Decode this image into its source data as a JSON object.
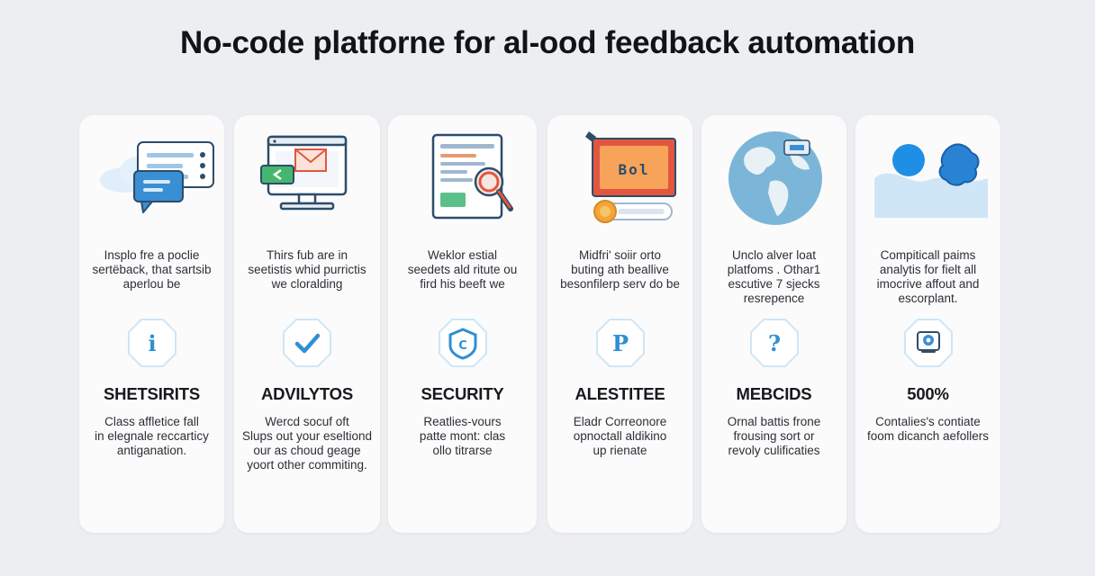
{
  "title": "No-code platforne for al-ood feedback automation",
  "colors": {
    "accent": "#3a9ad9",
    "badge_border": "#cfe6f5",
    "background": "#eceef1"
  },
  "cards": [
    {
      "illustration": "chat-bubbles-icon",
      "desc": "Insplo fre a poclie\nsertëback, that sartsib\naperlou be",
      "badge_icon": "info-icon",
      "badge_glyph": "i",
      "heading": "SHETSIRITS",
      "sub": "Class affletice fall\nin elegnale reccarticy\nantiganation."
    },
    {
      "illustration": "monitor-email-icon",
      "desc": "Thirs fub are in\nseetistis whid purrictis\nwe cloralding",
      "badge_icon": "checkmark-icon",
      "badge_glyph": "✓",
      "heading": "ADVILYTOS",
      "sub": "Wercd socuf oft\nSlups out your eseltiond\nour as choud geage\nyoort other commiting."
    },
    {
      "illustration": "document-magnifier-icon",
      "desc": "Weklor estial\nseedets ald ritute ou\nfird his beeft we",
      "badge_icon": "shield-icon",
      "badge_glyph": "C",
      "heading": "SECURITY",
      "sub": "Reatlies-vours\npatte mont: clas\nollo titrarse"
    },
    {
      "illustration": "display-toggle-icon",
      "display_text": "Bol",
      "desc": "Midfri' soiir orto\nbuting ath beallive\nbesonfilerp serv do be",
      "badge_icon": "p-letter-icon",
      "badge_glyph": "P",
      "heading": "ALESTITEE",
      "sub": "Eladr Correonore\nopnoctall aldikino\nup rienate"
    },
    {
      "illustration": "globe-icon",
      "desc": "Unclo alver loat\nplatfoms . Othar1\nescutive 7 sjecks\nresrepence",
      "badge_icon": "question-icon",
      "badge_glyph": "?",
      "heading": "MEBCIDS",
      "sub": "Ornal battis frone\nfrousing sort or\nrevoly culificaties"
    },
    {
      "illustration": "avatars-wave-icon",
      "desc": "Compiticall paims\nanalytis for fielt all\nimocrive affout and\nescorplant.",
      "badge_icon": "badge-icon",
      "badge_glyph": "",
      "heading": "500%",
      "sub": "Contalies's contiate\nfoom dicanch aefollers"
    }
  ]
}
